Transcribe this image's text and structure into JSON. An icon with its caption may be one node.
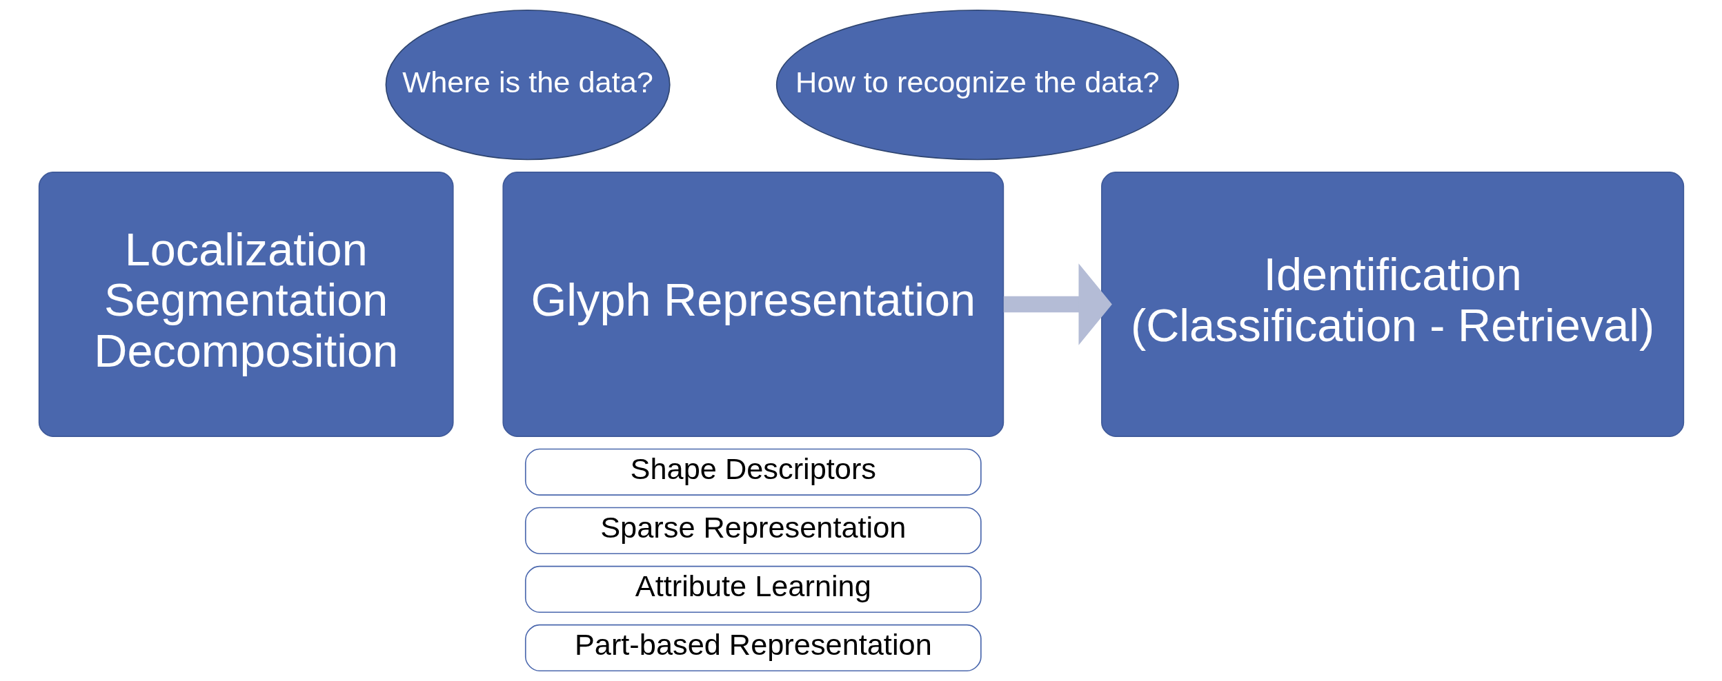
{
  "diagram": {
    "nodes": [
      {
        "text": [
          "Localization",
          "Segmentation",
          "Decomposition"
        ]
      },
      {
        "text": [
          "Where is the data?"
        ]
      },
      {
        "text": [
          "Glyph Representation"
        ]
      },
      {
        "text": [
          "How to recognize the data?"
        ]
      },
      {
        "text": [
          "Identification",
          "(Classification - Retrieval)"
        ]
      },
      {
        "text": [
          "Shape Descriptors"
        ]
      },
      {
        "text": [
          "Sparse Representation"
        ]
      },
      {
        "text": [
          "Attribute Learning"
        ]
      },
      {
        "text": [
          "Part-based Representation"
        ]
      }
    ],
    "edges": [
      {
        "from": 2,
        "to": 4,
        "arrow": "to"
      }
    ]
  }
}
